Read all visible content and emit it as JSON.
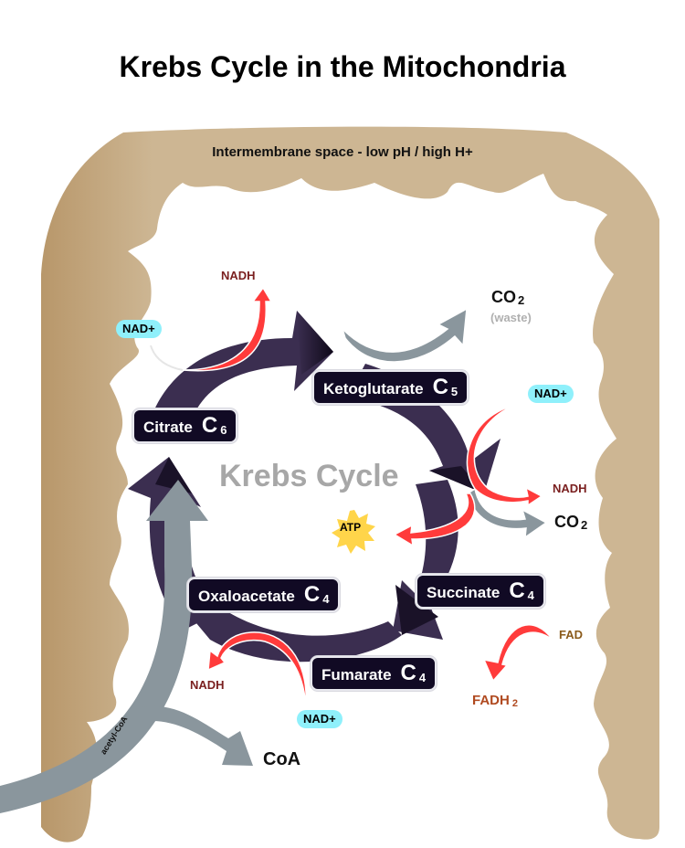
{
  "title": "Krebs Cycle in the Mitochondria",
  "membrane_label": "Intermembrane space - low pH / high H+",
  "center_label": "Krebs Cycle",
  "colors": {
    "membrane": "#cdb693",
    "membrane_dark": "#b8976a",
    "cycle": "#3b2e50",
    "box_bg": "#110a24",
    "red_arrow": "#ff3b3b",
    "gray_arrow": "#8a969d",
    "nad_pill": "#8ff0fb",
    "atp_star": "#ffd54a"
  },
  "intermediates": [
    {
      "name": "Citrate",
      "carbon": "C",
      "count": "6"
    },
    {
      "name": "Ketoglutarate",
      "carbon": "C",
      "count": "5"
    },
    {
      "name": "Succinate",
      "carbon": "C",
      "count": "4"
    },
    {
      "name": "Fumarate",
      "carbon": "C",
      "count": "4"
    },
    {
      "name": "Oxaloacetate",
      "carbon": "C",
      "count": "4"
    }
  ],
  "cofactors": {
    "nad_plus_1": "NAD+",
    "nadh_1": "NADH",
    "nad_plus_2": "NAD+",
    "nadh_2": "NADH",
    "nad_plus_3": "NAD+",
    "nadh_3": "NADH",
    "fad": "FAD",
    "fadh2": "FADH",
    "fadh2_sub": "2",
    "atp": "ATP"
  },
  "products": {
    "co2_top": "CO",
    "co2_top_sub": "2",
    "co2_waste": "(waste)",
    "co2_right": "CO",
    "co2_right_sub": "2",
    "coa": "CoA",
    "acetyl_coa": "acetyl-CoA"
  }
}
